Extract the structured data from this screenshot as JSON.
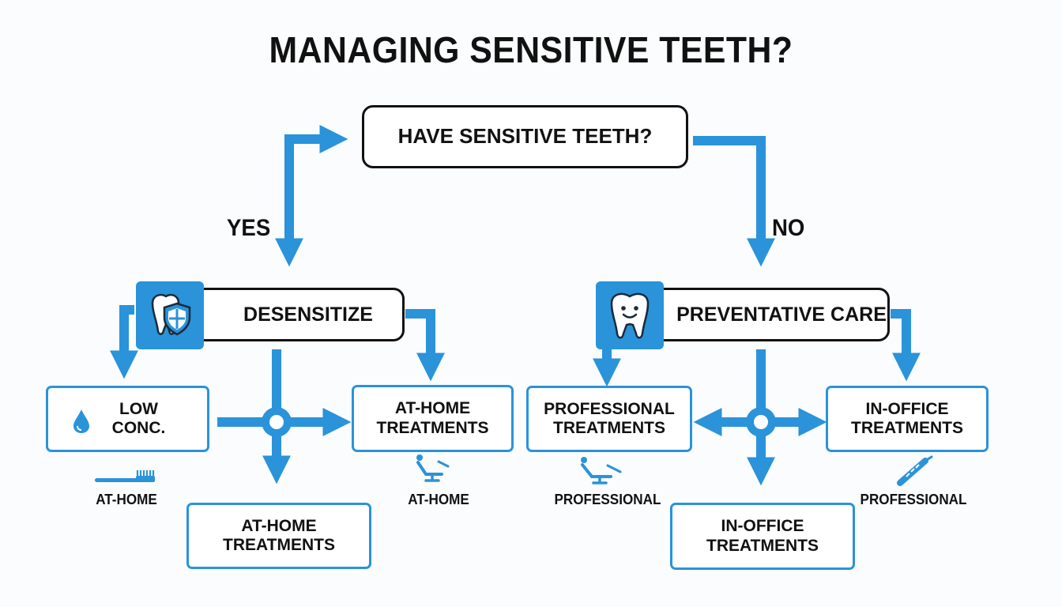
{
  "title": "MANAGING SENSITIVE TEETH?",
  "question": "HAVE SENSITIVE TEETH?",
  "branches": {
    "yes": "YES",
    "no": "NO"
  },
  "left": {
    "main": "DESENSITIZE",
    "low_conc": {
      "line1": "LOW",
      "line2": "CONC."
    },
    "right_box": {
      "line1": "AT-HOME",
      "line2": "TREATMENTS"
    },
    "bottom_box": {
      "line1": "AT-HOME",
      "line2": "TREATMENTS"
    },
    "caption_left": "AT-HOME",
    "caption_right": "AT-HOME"
  },
  "right": {
    "main": "PREVENTATIVE CARE",
    "left_box": {
      "line1": "PROFESSIONAL",
      "line2": "TREATMENTS"
    },
    "right_box": {
      "line1": "IN-OFFICE",
      "line2": "TREATMENTS"
    },
    "bottom_box": {
      "line1": "IN-OFFICE",
      "line2": "TREATMENTS"
    },
    "caption_left": "PROFESSIONAL",
    "caption_right": "PROFESSIONAL"
  },
  "colors": {
    "accent": "#2a93d9",
    "text": "#111111",
    "background": "#fbfcfd"
  },
  "icons": [
    "tooth-shield-icon",
    "smiling-tooth-icon",
    "water-drop-icon",
    "toothbrush-icon",
    "dental-chair-icon",
    "dental-tool-icon"
  ]
}
